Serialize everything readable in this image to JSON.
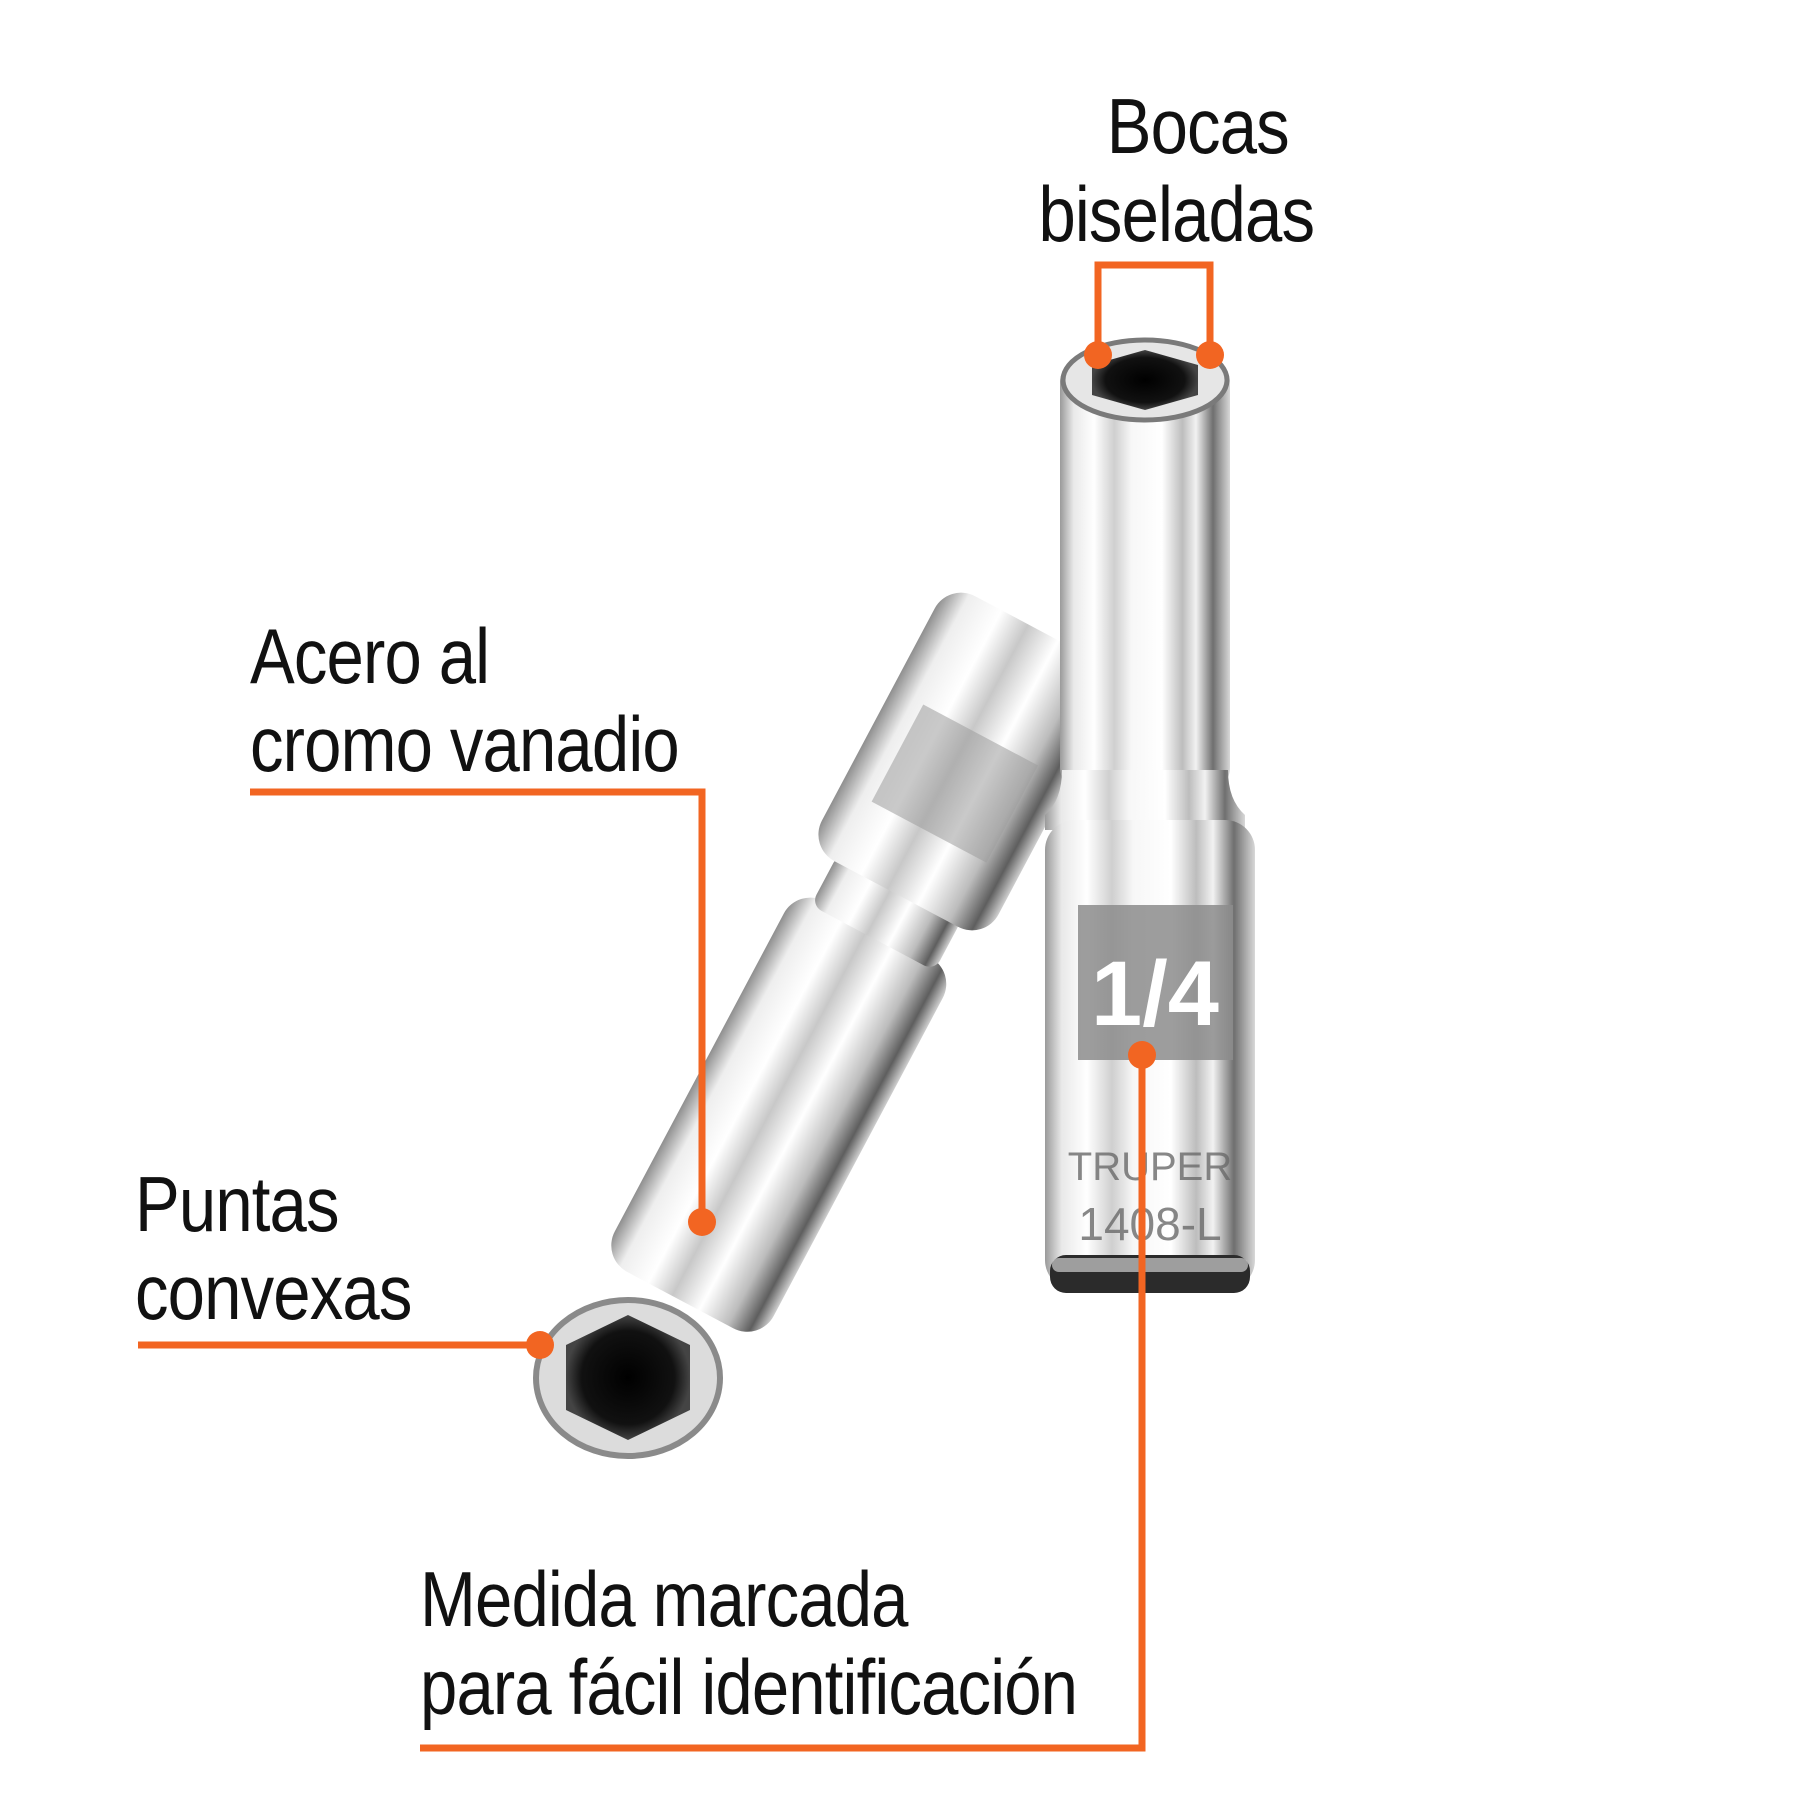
{
  "callouts": {
    "bocas": {
      "line1": "Bocas",
      "line2": "biseladas"
    },
    "acero": {
      "line1": "Acero al",
      "line2": "cromo vanadio"
    },
    "puntas": {
      "line1": "Puntas",
      "line2": "convexas"
    },
    "medida": {
      "line1": "Medida marcada",
      "line2": "para fácil identificación"
    }
  },
  "product": {
    "size_marking": "1/4",
    "brand": "TRUPER",
    "model_marking": "1408-L"
  },
  "colors": {
    "accent": "#F26522",
    "text": "#111111",
    "background": "#FFFFFF",
    "chrome_light": "#F4F4F4",
    "chrome_dark": "#2A2A2A"
  },
  "icons": {
    "callout_marker": "orange-dot"
  }
}
